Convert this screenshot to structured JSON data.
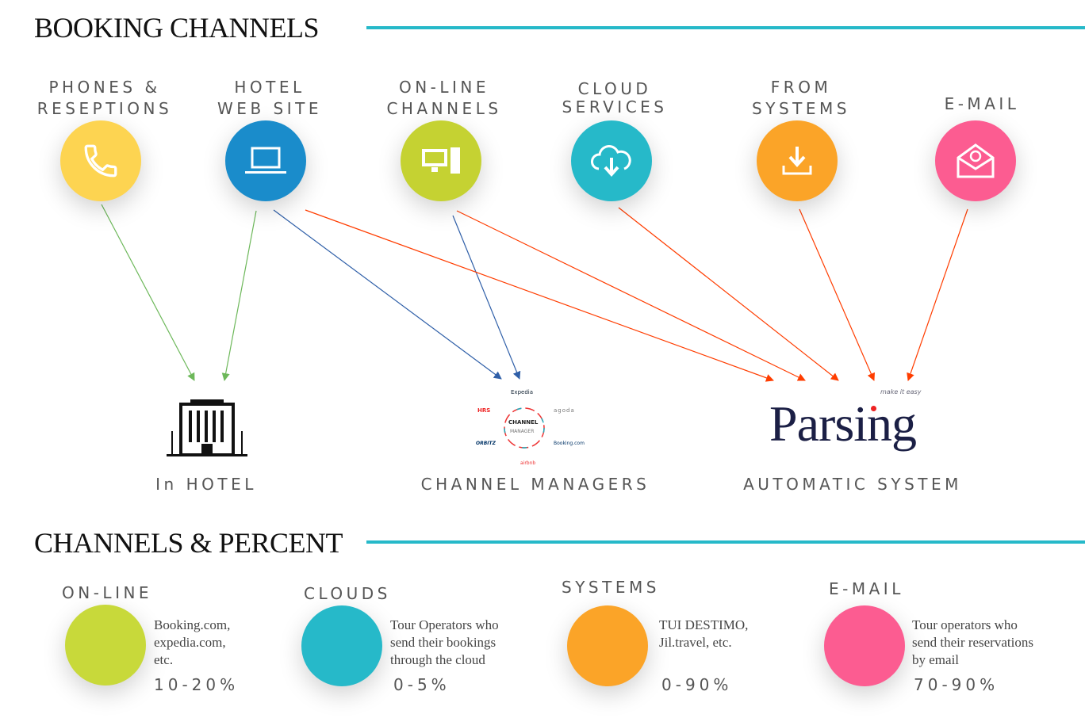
{
  "section1": {
    "title": "BOOKING CHANNELS",
    "sources": [
      {
        "label": "PHONES &\nRESEPTIONS",
        "icon": "phone-icon",
        "color": "#FDD451"
      },
      {
        "label": "HOTEL\nWEB SITE",
        "icon": "laptop-icon",
        "color": "#1A8CCB"
      },
      {
        "label": "ON-LINE\nCHANNELS",
        "icon": "computer-icon",
        "color": "#C5D232"
      },
      {
        "label": "CLOUD\nSERVICES",
        "icon": "cloud-download-icon",
        "color": "#26B9C9"
      },
      {
        "label": "FROM\nSYSTEMS",
        "icon": "download-icon",
        "color": "#FBA428"
      },
      {
        "label": "E-MAIL",
        "icon": "email-icon",
        "color": "#FC5C91"
      }
    ],
    "targets": [
      {
        "label": "In HOTEL",
        "icon": "hotel-building-icon"
      },
      {
        "label": "CHANNEL MANAGERS",
        "icon": "channel-manager-logo",
        "logo_text": [
          "CHANNEL",
          "MANAGER",
          "Expedia",
          "agoda",
          "Booking.com",
          "airbnb",
          "ORBITZ",
          "HRS"
        ]
      },
      {
        "label": "AUTOMATIC SYSTEM",
        "icon": "parsing-logo",
        "logo_text": [
          "Parsing",
          "make it easy"
        ]
      }
    ],
    "arrow_colors": {
      "hotel": "#6DB85A",
      "channel": "#2F5FA8",
      "auto": "#FF3D00"
    }
  },
  "section2": {
    "title": "CHANNELS & PERCENT",
    "items": [
      {
        "label": "ON-LINE",
        "desc": "Booking.com,\nexpedia.com,\netc.",
        "percent": "10-20%",
        "color": "#C8D93A"
      },
      {
        "label": "CLOUDS",
        "desc": "Tour Operators who\nsend their bookings\nthrough the cloud",
        "percent": "0-5%",
        "color": "#26B9C9"
      },
      {
        "label": "SYSTEMS",
        "desc": "TUI DESTIMO,\nJil.travel, etc.",
        "percent": "0-90%",
        "color": "#FBA428"
      },
      {
        "label": "E-MAIL",
        "desc": "Tour operators who\nsend their reservations\nby email",
        "percent": "70-90%",
        "color": "#FC5C91"
      }
    ]
  }
}
